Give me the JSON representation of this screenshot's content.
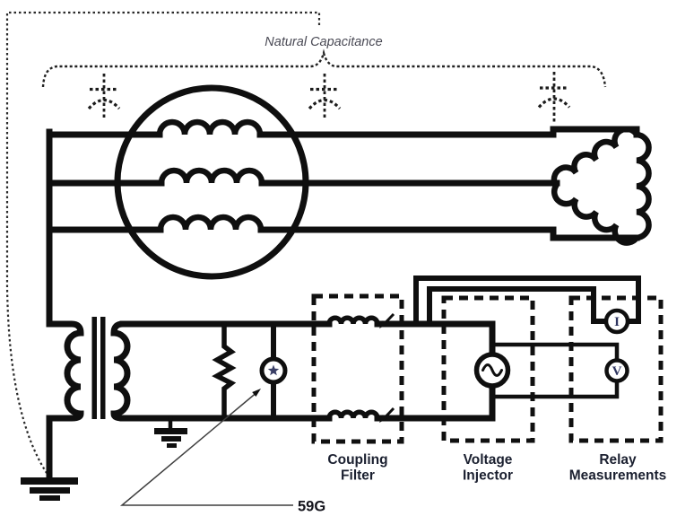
{
  "diagram": {
    "natural_capacitance_label": "Natural Capacitance",
    "callout_59g": "59G",
    "coupling_filter": {
      "label_line1": "Coupling",
      "label_line2": "Filter"
    },
    "voltage_injector": {
      "label_line1": "Voltage",
      "label_line2": "Injector"
    },
    "relay_measurements": {
      "label_line1": "Relay",
      "label_line2": "Measurements"
    },
    "meters": {
      "current_label": "I",
      "voltage_label": "V"
    }
  },
  "icons": {
    "capacitors": "capacitor-icon",
    "generator": "generator-winding-icon",
    "delta": "delta-winding-icon",
    "grounding_transformer": "transformer-icon",
    "resistor": "resistor-icon",
    "grounds": "ground-icon",
    "relay_voltage_element": "star-meter-icon",
    "ac_source": "ac-source-icon",
    "current_meter": "current-meter-icon",
    "voltage_meter": "voltage-meter-icon",
    "tuned_inductors": "tuned-inductor-icon",
    "pointer": "arrow-icon"
  },
  "colors": {
    "line": "#0f0f0f",
    "box_label": "#1b2030",
    "annotation_text": "#4a4a55",
    "meter_glyph": "#2e3560",
    "background": "#ffffff"
  }
}
